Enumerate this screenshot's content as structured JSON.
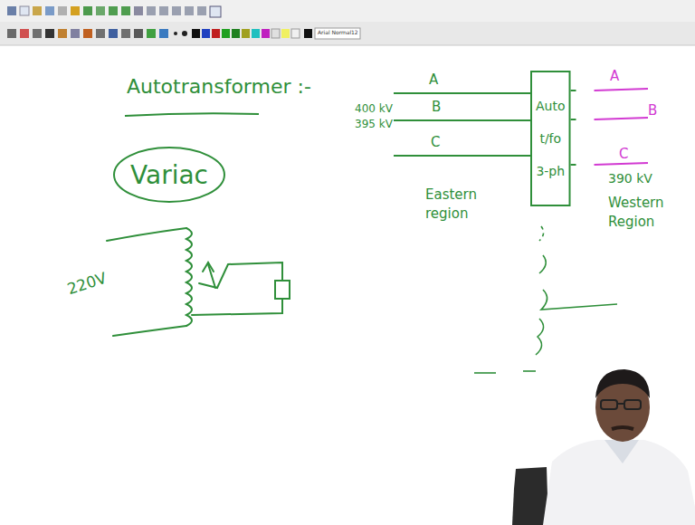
{
  "diagram": {
    "title": "Autotransformer :-",
    "nodes": [
      {
        "text": [
          "Variac"
        ]
      },
      {
        "text": [
          "Auto t/fo 3-ph"
        ]
      }
    ],
    "labels": [
      "220V",
      "A",
      "B",
      "C",
      "400 kV",
      "395 kV",
      "Eastern region",
      "A",
      "B",
      "C",
      "390 kV",
      "Western Region",
      "Arial Normal",
      "12"
    ]
  }
}
